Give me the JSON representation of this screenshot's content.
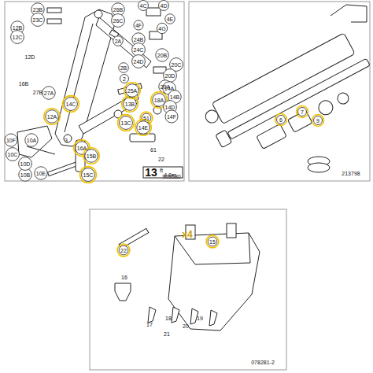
{
  "diagram": {
    "labels": [
      "23B",
      "23C",
      "12B",
      "12C",
      "12D",
      "26B",
      "26C",
      "4C",
      "4D",
      "4E",
      "4F",
      "4G",
      "2A",
      "24B",
      "24C",
      "24D",
      "20B",
      "20C",
      "20D",
      "20A",
      "2B",
      "2",
      "16B",
      "27B",
      "27A",
      "14C",
      "12A",
      "13B",
      "13C",
      "25A",
      "18A",
      "14A",
      "14B",
      "14D",
      "14F",
      "51",
      "61",
      "14E",
      "10A",
      "10B",
      "10C",
      "10D",
      "10E",
      "10F",
      "16A",
      "15B",
      "15C",
      "3",
      "22",
      "13",
      "ft",
      "4.0m",
      "905580",
      "6",
      "7",
      "9",
      "213798",
      "x4",
      "15",
      "22",
      "16",
      "17",
      "18",
      "19",
      "20",
      "21",
      "078281-2"
    ]
  }
}
